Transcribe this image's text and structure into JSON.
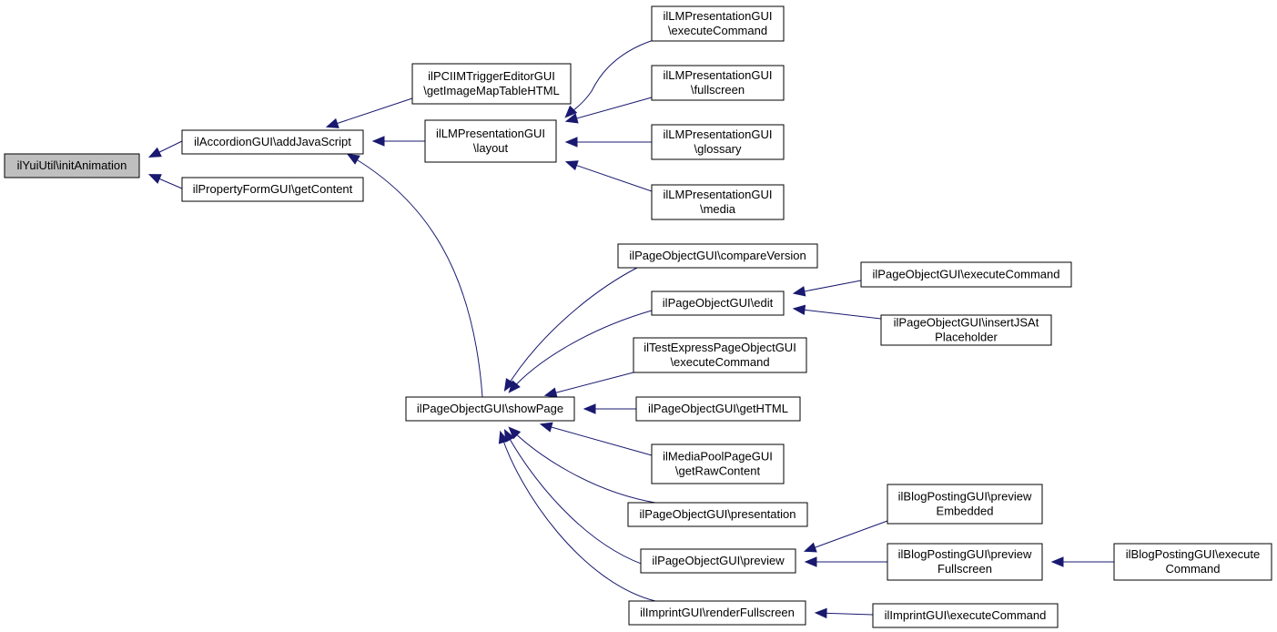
{
  "colors": {
    "edge": "#191970",
    "root_fill": "#bfbfbf",
    "node_fill": "#ffffff",
    "border": "#000000"
  },
  "nodes": [
    {
      "id": "n0",
      "lines": [
        "ilYuiUtil\\initAnimation"
      ],
      "root": true
    },
    {
      "id": "n1",
      "lines": [
        "ilAccordionGUI\\addJavaScript"
      ]
    },
    {
      "id": "n2",
      "lines": [
        "ilPropertyFormGUI\\getContent"
      ]
    },
    {
      "id": "n3",
      "lines": [
        "ilPCIIMTriggerEditorGUI",
        "\\getImageMapTableHTML"
      ]
    },
    {
      "id": "n4",
      "lines": [
        "ilLMPresentationGUI",
        "\\layout"
      ]
    },
    {
      "id": "n5",
      "lines": [
        "ilPageObjectGUI\\showPage"
      ]
    },
    {
      "id": "n6",
      "lines": [
        "ilLMPresentationGUI",
        "\\executeCommand"
      ]
    },
    {
      "id": "n7",
      "lines": [
        "ilLMPresentationGUI",
        "\\fullscreen"
      ]
    },
    {
      "id": "n8",
      "lines": [
        "ilLMPresentationGUI",
        "\\glossary"
      ]
    },
    {
      "id": "n9",
      "lines": [
        "ilLMPresentationGUI",
        "\\media"
      ]
    },
    {
      "id": "n10",
      "lines": [
        "ilPageObjectGUI\\compareVersion"
      ]
    },
    {
      "id": "n11",
      "lines": [
        "ilPageObjectGUI\\edit"
      ]
    },
    {
      "id": "n12",
      "lines": [
        "ilTestExpressPageObjectGUI",
        "\\executeCommand"
      ]
    },
    {
      "id": "n13",
      "lines": [
        "ilPageObjectGUI\\getHTML"
      ]
    },
    {
      "id": "n14",
      "lines": [
        "ilMediaPoolPageGUI",
        "\\getRawContent"
      ]
    },
    {
      "id": "n15",
      "lines": [
        "ilPageObjectGUI\\presentation"
      ]
    },
    {
      "id": "n16",
      "lines": [
        "ilPageObjectGUI\\preview"
      ]
    },
    {
      "id": "n17",
      "lines": [
        "ilImprintGUI\\renderFullscreen"
      ]
    },
    {
      "id": "n18",
      "lines": [
        "ilPageObjectGUI\\executeCommand"
      ]
    },
    {
      "id": "n19",
      "lines": [
        "ilPageObjectGUI\\insertJSAt",
        "Placeholder"
      ]
    },
    {
      "id": "n20",
      "lines": [
        "ilBlogPostingGUI\\preview",
        "Embedded"
      ]
    },
    {
      "id": "n21",
      "lines": [
        "ilBlogPostingGUI\\preview",
        "Fullscreen"
      ]
    },
    {
      "id": "n22",
      "lines": [
        "ilImprintGUI\\executeCommand"
      ]
    },
    {
      "id": "n23",
      "lines": [
        "ilBlogPostingGUI\\execute",
        "Command"
      ]
    }
  ],
  "edges": [
    [
      "n1",
      "n0"
    ],
    [
      "n2",
      "n0"
    ],
    [
      "n3",
      "n1"
    ],
    [
      "n4",
      "n1"
    ],
    [
      "n5",
      "n1"
    ],
    [
      "n6",
      "n4"
    ],
    [
      "n7",
      "n4"
    ],
    [
      "n8",
      "n4"
    ],
    [
      "n9",
      "n4"
    ],
    [
      "n10",
      "n5"
    ],
    [
      "n11",
      "n5"
    ],
    [
      "n12",
      "n5"
    ],
    [
      "n13",
      "n5"
    ],
    [
      "n14",
      "n5"
    ],
    [
      "n15",
      "n5"
    ],
    [
      "n16",
      "n5"
    ],
    [
      "n17",
      "n5"
    ],
    [
      "n18",
      "n11"
    ],
    [
      "n19",
      "n11"
    ],
    [
      "n20",
      "n16"
    ],
    [
      "n21",
      "n16"
    ],
    [
      "n23",
      "n21"
    ],
    [
      "n22",
      "n17"
    ]
  ]
}
